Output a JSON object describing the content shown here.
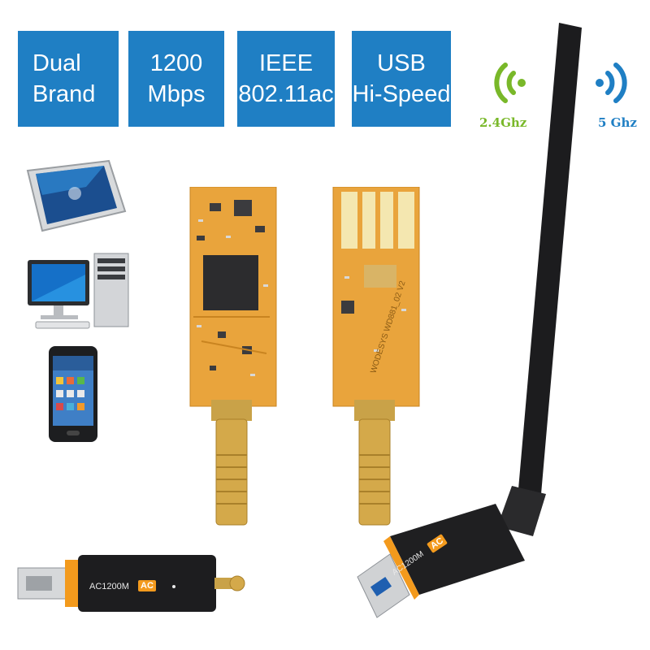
{
  "badges": [
    {
      "line1": "Dual",
      "line2": "Brand"
    },
    {
      "line1": "1200",
      "line2": "Mbps"
    },
    {
      "line1": "IEEE",
      "line2": "802.11ac"
    },
    {
      "line1": "USB",
      "line2": "Hi-Speed"
    }
  ],
  "bands": {
    "low": "2.4Ghz",
    "high": "5 Ghz"
  },
  "adapter": {
    "model_label": "AC1200M",
    "wifi_badge": "AC"
  },
  "devices": [
    "tablet",
    "desktop-computer",
    "smartphone"
  ],
  "colors": {
    "badge_blue": "#1f7fc4",
    "band_green": "#79b829",
    "pcb_orange": "#e9a43c",
    "accent_orange": "#f39a1d"
  }
}
